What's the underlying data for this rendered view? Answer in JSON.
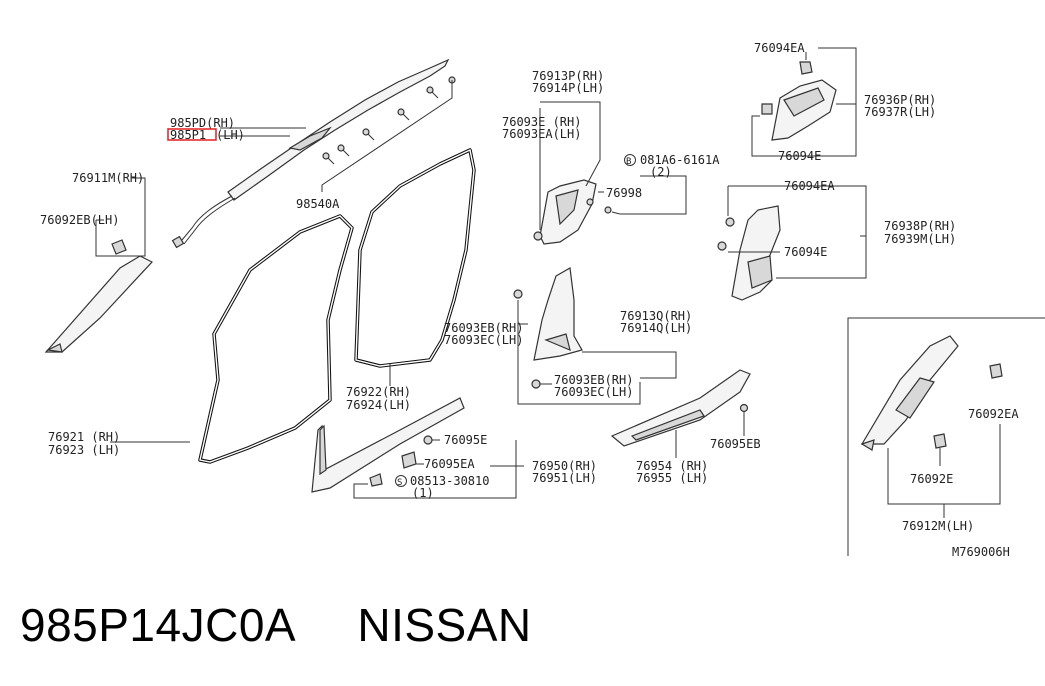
{
  "labels": {
    "l985pd": "985PD(RH)",
    "l985p1": "985P1",
    "l985p1_lh": "(LH)",
    "l98540a": "98540A",
    "l76911m": "76911M(RH)",
    "l76092eb": "76092EB(LH)",
    "l76921": "76921 (RH)",
    "l76923": "76923 (LH)",
    "l76922": "76922(RH)",
    "l76924": "76924(LH)",
    "l76913p": "76913P(RH)",
    "l76914p": "76914P(LH)",
    "l76093e": "76093E (RH)",
    "l76093ea": "76093EA(LH)",
    "l081a6": "081A6-6161A",
    "l081a6_qty": "(2)",
    "l76998": "76998",
    "l76094ea_top": "76094EA",
    "l76936p": "76936P(RH)",
    "l76937r": "76937R(LH)",
    "l76094e_top": "76094E",
    "l76094ea_mid": "76094EA",
    "l76938p": "76938P(RH)",
    "l76939m": "76939M(LH)",
    "l76094e_mid": "76094E",
    "l76093eb": "76093EB(RH)",
    "l76093ec": "76093EC(LH)",
    "l76913q": "76913Q(RH)",
    "l76914q": "76914Q(LH)",
    "l76093eb2": "76093EB(RH)",
    "l76093ec2": "76093EC(LH)",
    "l76095e": "76095E",
    "l76095ea": "76095EA",
    "l08513": "08513-30810",
    "l08513_qty": "(1)",
    "l76950": "76950(RH)",
    "l76951": "76951(LH)",
    "l76954": "76954 (RH)",
    "l76955": "76955 (LH)",
    "l76095eb": "76095EB",
    "l76092ea": "76092EA",
    "l76092e": "76092E",
    "l76912m": "76912M(LH)",
    "diagram_code": "M769006H"
  },
  "footer": {
    "part_number": "985P14JC0A",
    "brand": "NISSAN"
  },
  "colors": {
    "highlight": "#e02020",
    "ink": "#222222"
  }
}
